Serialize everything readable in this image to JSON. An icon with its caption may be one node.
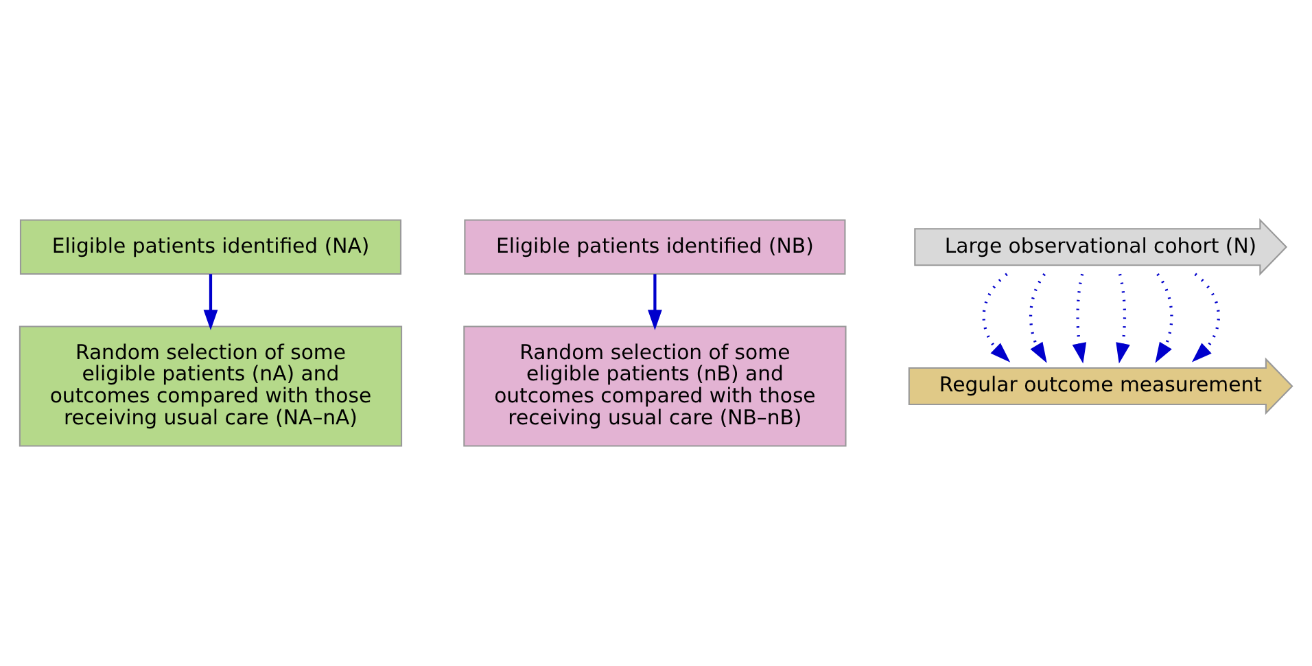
{
  "diagram": {
    "nodes": [
      {
        "text": [
          "Random selection of some eligible patients (nA) and outcomes compared with those receiving usual care (NA–nA)"
        ]
      },
      {
        "text": [
          "Random selection of some eligible patients (nB) and outcomes compared with those receiving usual care (NB–nB)"
        ]
      },
      {
        "text": [
          "Eligible patients identified (NB)"
        ]
      },
      {
        "text": [
          "Eligible patients identified (NA)"
        ]
      },
      {
        "text": [
          "Large observational cohort (N)"
        ]
      },
      {
        "text": [
          "Regular outcome measurement"
        ]
      }
    ],
    "edges": [
      {
        "from": 3,
        "to": 0,
        "arrow": "to"
      },
      {
        "from": 2,
        "to": 1,
        "arrow": "to"
      },
      {
        "from": 4,
        "to": 5,
        "arrow": "to",
        "style": "dashed"
      },
      {
        "from": 4,
        "to": 5,
        "arrow": "to",
        "style": "dashed"
      },
      {
        "from": 4,
        "to": 5,
        "arrow": "to",
        "style": "dashed"
      },
      {
        "from": 4,
        "to": 5,
        "arrow": "to",
        "style": "dashed"
      },
      {
        "from": 4,
        "to": 5,
        "arrow": "to",
        "style": "dashed"
      },
      {
        "from": 4,
        "to": 5,
        "arrow": "to",
        "style": "dashed"
      }
    ]
  }
}
